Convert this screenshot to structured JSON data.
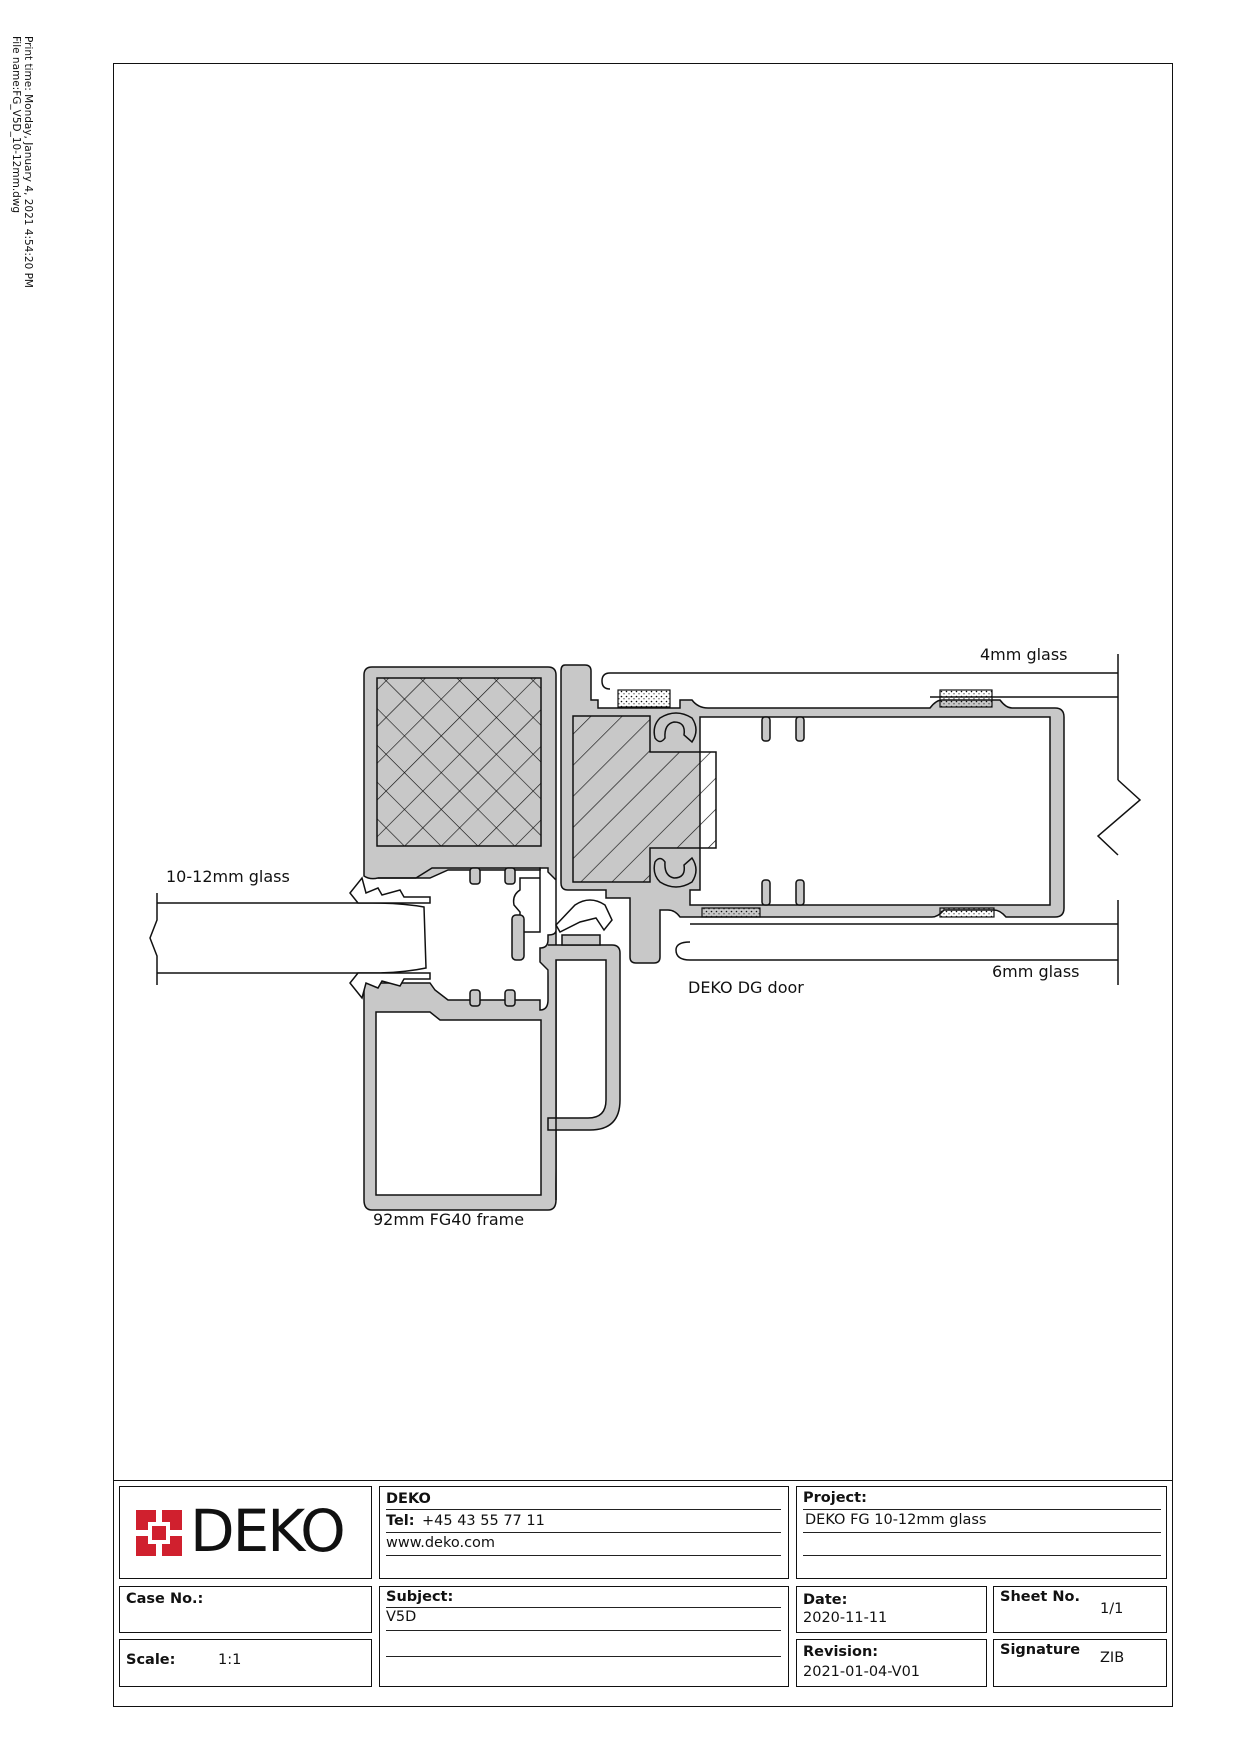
{
  "print_meta": {
    "print_time": "Print time: Monday, January 4, 2021 4:54:20 PM",
    "file_name": "File name:FG_V5D_10-12mm.dwg"
  },
  "labels": {
    "glass_top": "4mm glass",
    "glass_left": "10-12mm glass",
    "glass_bottom": "6mm glass",
    "door": "DEKO DG door",
    "frame": "92mm FG40 frame"
  },
  "title_block": {
    "logo_text": "DEKO",
    "company": {
      "name": "DEKO",
      "tel_label": "Tel:",
      "tel_value": "+45 43 55 77 11",
      "web": "www.deko.com"
    },
    "project": {
      "label": "Project:",
      "value": "DEKO FG 10-12mm glass"
    },
    "case_no": {
      "label": "Case No.:",
      "value": ""
    },
    "subject": {
      "label": "Subject:",
      "value": "V5D"
    },
    "scale": {
      "label": "Scale:",
      "value": "1:1"
    },
    "date": {
      "label": "Date:",
      "value": "2020-11-11"
    },
    "revision": {
      "label": "Revision:",
      "value": "2021-01-04-V01"
    },
    "sheet_no": {
      "label": "Sheet No.",
      "value": "1/1"
    },
    "signature": {
      "label": "Signature",
      "value": "ZIB"
    }
  },
  "colors": {
    "profile_fill": "#c8c8c8",
    "line": "#111111",
    "logo_red": "#d0202e"
  }
}
